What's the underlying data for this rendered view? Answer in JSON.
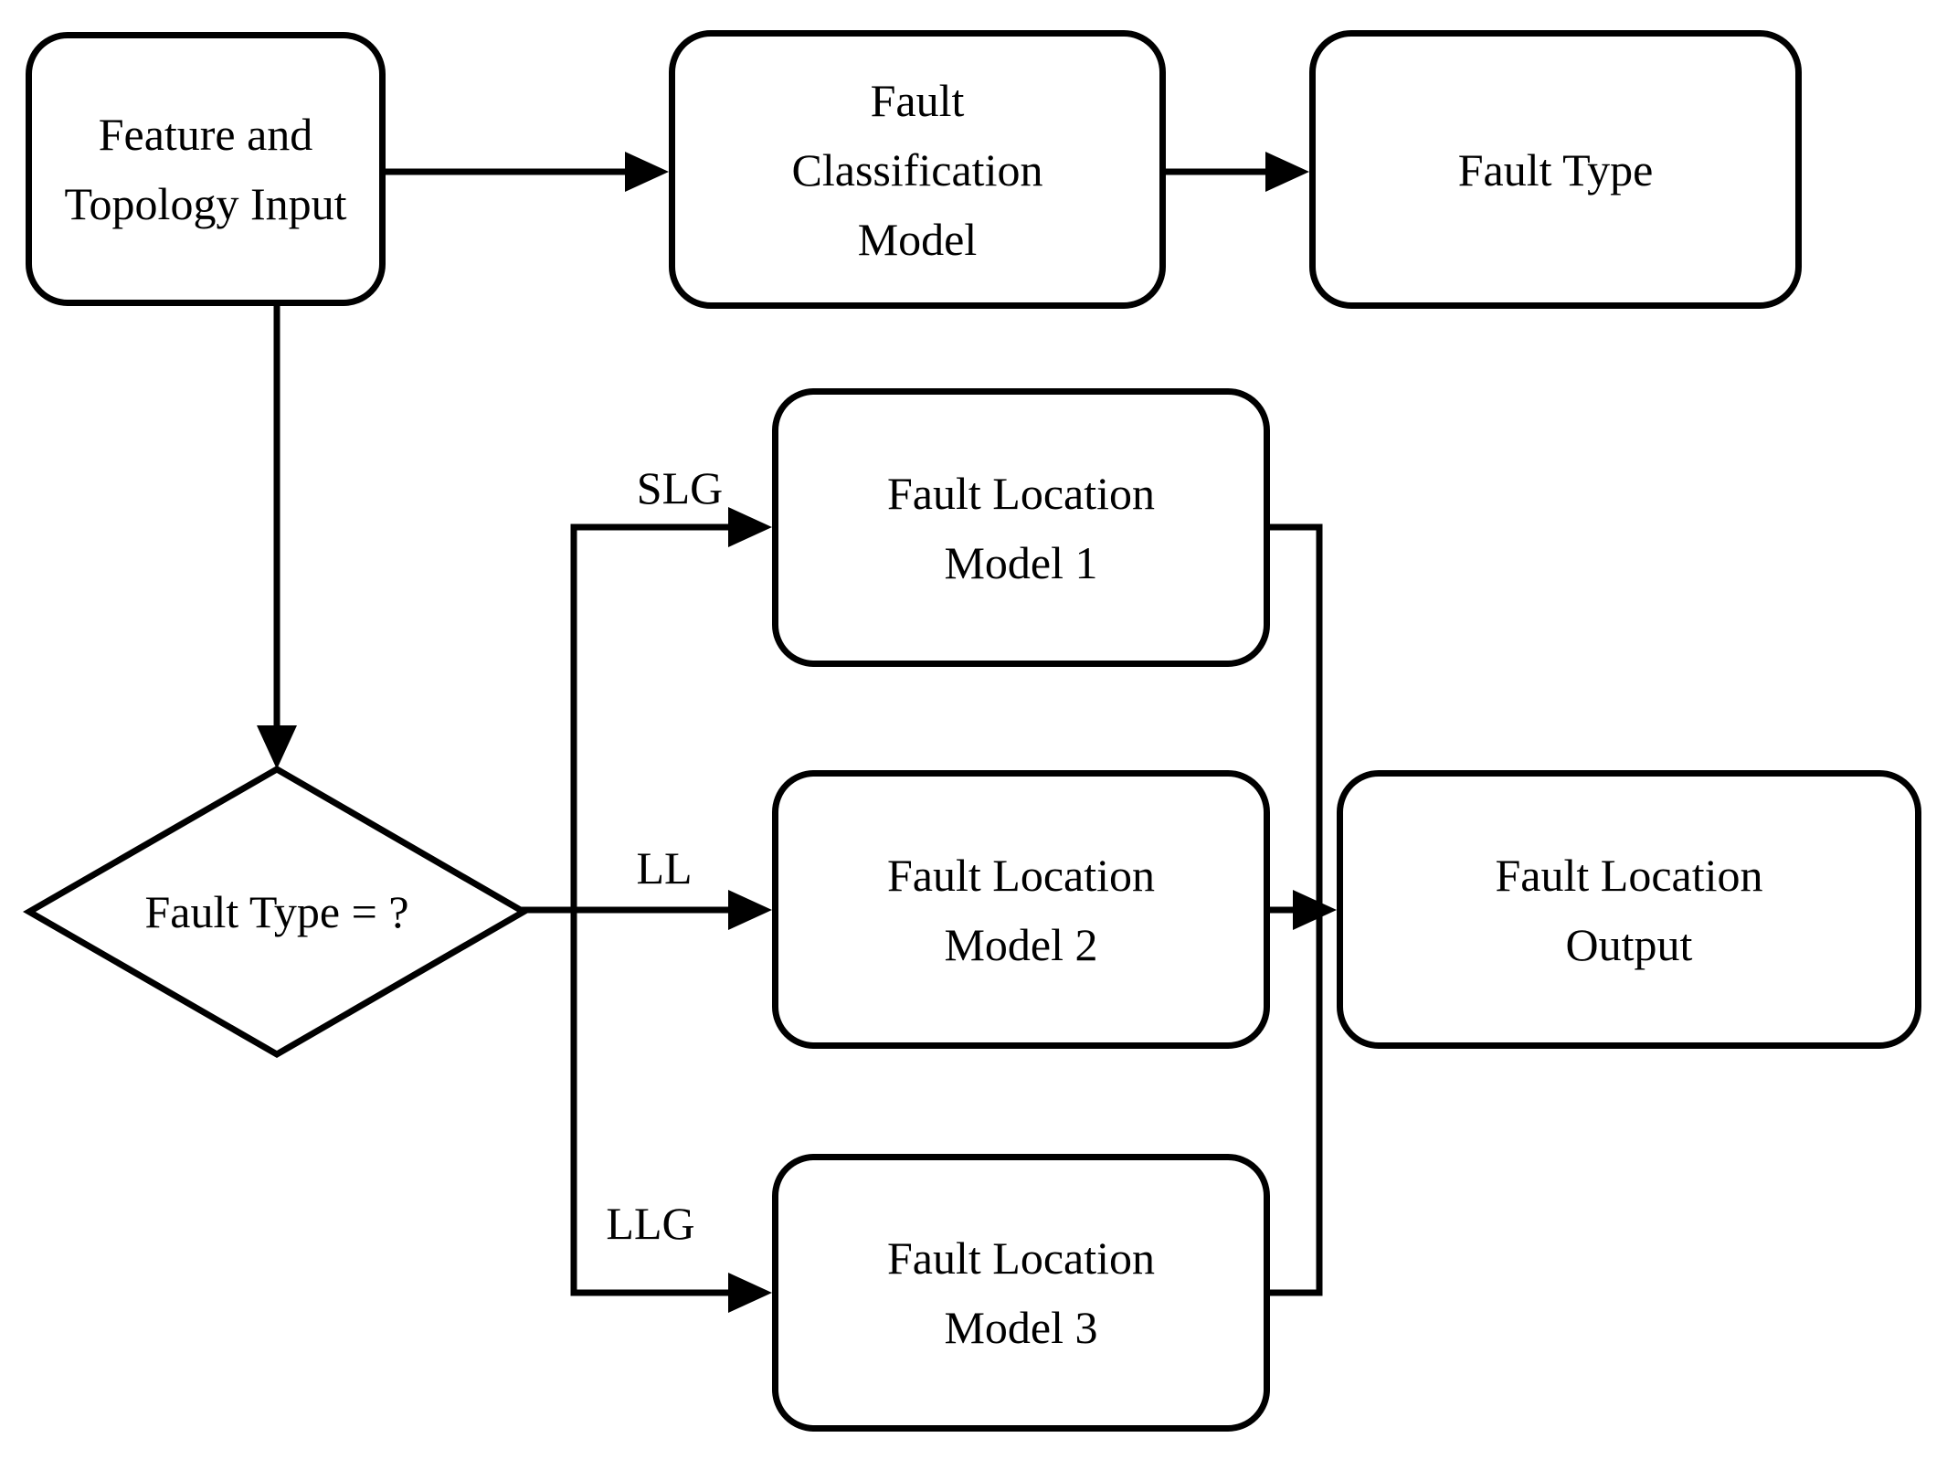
{
  "nodes": {
    "feature_input": {
      "lines": [
        "Feature and",
        "Topology Input"
      ]
    },
    "classification": {
      "lines": [
        "Fault",
        "Classification",
        "Model"
      ]
    },
    "fault_type": {
      "lines": [
        "Fault Type"
      ]
    },
    "decision": {
      "lines": [
        "Fault Type = ?"
      ]
    },
    "model1": {
      "lines": [
        "Fault Location",
        "Model 1"
      ]
    },
    "model2": {
      "lines": [
        "Fault Location",
        "Model 2"
      ]
    },
    "model3": {
      "lines": [
        "Fault Location",
        "Model 3"
      ]
    },
    "output": {
      "lines": [
        "Fault Location",
        "Output"
      ]
    }
  },
  "edge_labels": {
    "slg": "SLG",
    "ll": "LL",
    "llg": "LLG"
  },
  "colors": {
    "line": "#000000",
    "node_fill": "#ffffff",
    "text": "#000000",
    "background": "#ffffff"
  }
}
